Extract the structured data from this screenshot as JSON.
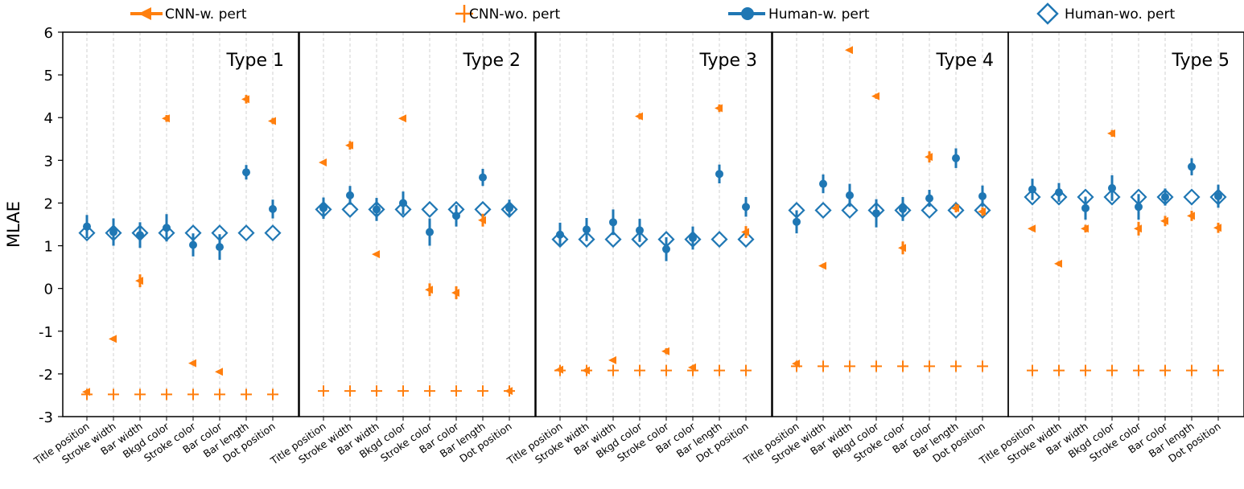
{
  "chart_data": {
    "type": "scatter",
    "ylabel": "MLAE",
    "ylim": [
      -3,
      6
    ],
    "yticks": [
      6,
      5,
      4,
      3,
      2,
      1,
      0,
      -1,
      -2,
      -3
    ],
    "grid": "vertical dashed at categories",
    "legend_position": "top",
    "colors": {
      "cnn": "#ff7f0e",
      "human": "#1f77b4"
    },
    "categories": [
      "Title position",
      "Stroke width",
      "Bar width",
      "Bkgd color",
      "Stroke color",
      "Bar color",
      "Bar length",
      "Dot position"
    ],
    "legend": [
      {
        "label": "CNN-w. pert",
        "marker": "triangle-left",
        "color": "#ff7f0e"
      },
      {
        "label": "CNN-wo. pert",
        "marker": "plus",
        "color": "#ff7f0e"
      },
      {
        "label": "Human-w. pert",
        "marker": "circle",
        "color": "#1f77b4"
      },
      {
        "label": "Human-wo. pert",
        "marker": "diamond-open",
        "color": "#1f77b4"
      }
    ],
    "panels": [
      {
        "title": "Type 1",
        "cnn_w_pert": [
          -2.42,
          -1.18,
          0.18,
          3.98,
          -1.75,
          -1.95,
          4.43,
          3.92
        ],
        "cnn_w_pert_err": [
          0.03,
          0.05,
          0.15,
          0.08,
          0.05,
          0.04,
          0.1,
          0.07
        ],
        "cnn_wo_pert": [
          -2.48,
          -2.48,
          -2.48,
          -2.48,
          -2.48,
          -2.48,
          -2.48,
          -2.48
        ],
        "human_w_pert": [
          1.45,
          1.32,
          1.25,
          1.42,
          1.02,
          0.97,
          2.72,
          1.86
        ],
        "human_w_pert_err": [
          0.27,
          0.32,
          0.3,
          0.32,
          0.27,
          0.3,
          0.17,
          0.22
        ],
        "human_wo_pert": [
          1.3,
          1.3,
          1.3,
          1.3,
          1.3,
          1.3,
          1.3,
          1.3
        ]
      },
      {
        "title": "Type 2",
        "cnn_w_pert": [
          2.95,
          3.35,
          0.8,
          3.98,
          -0.03,
          -0.1,
          1.6,
          -2.4
        ],
        "cnn_w_pert_err": [
          0.03,
          0.1,
          0.04,
          0.05,
          0.15,
          0.15,
          0.15,
          0.05
        ],
        "cnn_wo_pert": [
          -2.4,
          -2.4,
          -2.4,
          -2.4,
          -2.4,
          -2.4,
          -2.4,
          -2.4
        ],
        "human_w_pert": [
          1.88,
          2.18,
          1.85,
          2.0,
          1.32,
          1.7,
          2.6,
          1.88
        ],
        "human_w_pert_err": [
          0.25,
          0.22,
          0.27,
          0.27,
          0.32,
          0.25,
          0.2,
          0.2
        ],
        "human_wo_pert": [
          1.85,
          1.85,
          1.85,
          1.85,
          1.85,
          1.85,
          1.85,
          1.85
        ]
      },
      {
        "title": "Type 3",
        "cnn_w_pert": [
          -1.9,
          -1.92,
          -1.68,
          4.03,
          -1.47,
          -1.85,
          4.22,
          1.32
        ],
        "cnn_w_pert_err": [
          0.06,
          0.05,
          0.03,
          0.07,
          0.07,
          0.05,
          0.09,
          0.14
        ],
        "cnn_wo_pert": [
          -1.92,
          -1.92,
          -1.92,
          -1.92,
          -1.92,
          -1.92,
          -1.92,
          -1.92
        ],
        "human_w_pert": [
          1.26,
          1.38,
          1.55,
          1.36,
          0.92,
          1.18,
          2.68,
          1.91
        ],
        "human_w_pert_err": [
          0.28,
          0.27,
          0.3,
          0.27,
          0.28,
          0.27,
          0.22,
          0.23
        ],
        "human_wo_pert": [
          1.15,
          1.15,
          1.15,
          1.15,
          1.15,
          1.15,
          1.15,
          1.15
        ]
      },
      {
        "title": "Type 4",
        "cnn_w_pert": [
          -1.76,
          0.53,
          5.58,
          4.5,
          0.95,
          3.08,
          1.88,
          1.8
        ],
        "cnn_w_pert_err": [
          0.06,
          0.05,
          0.03,
          0.06,
          0.15,
          0.13,
          0.1,
          0.1
        ],
        "cnn_wo_pert": [
          -1.82,
          -1.82,
          -1.82,
          -1.82,
          -1.82,
          -1.82,
          -1.82,
          -1.82
        ],
        "human_w_pert": [
          1.56,
          2.45,
          2.18,
          1.76,
          1.86,
          2.11,
          3.05,
          2.16
        ],
        "human_w_pert_err": [
          0.27,
          0.22,
          0.27,
          0.33,
          0.28,
          0.2,
          0.23,
          0.25
        ],
        "human_wo_pert": [
          1.83,
          1.83,
          1.83,
          1.83,
          1.83,
          1.83,
          1.83,
          1.83
        ]
      },
      {
        "title": "Type 5",
        "cnn_w_pert": [
          1.4,
          0.58,
          1.4,
          3.63,
          1.4,
          1.58,
          1.7,
          1.42
        ],
        "cnn_w_pert_err": [
          0.05,
          0.06,
          0.09,
          0.08,
          0.16,
          0.12,
          0.12,
          0.12
        ],
        "cnn_wo_pert": [
          -1.92,
          -1.92,
          -1.92,
          -1.92,
          -1.92,
          -1.92,
          -1.92,
          -1.92
        ],
        "human_w_pert": [
          2.32,
          2.25,
          1.88,
          2.35,
          1.91,
          2.14,
          2.85,
          2.16
        ],
        "human_w_pert_err": [
          0.25,
          0.22,
          0.27,
          0.3,
          0.3,
          0.2,
          0.2,
          0.27
        ],
        "human_wo_pert": [
          2.14,
          2.14,
          2.14,
          2.14,
          2.14,
          2.14,
          2.14,
          2.14
        ]
      }
    ]
  }
}
